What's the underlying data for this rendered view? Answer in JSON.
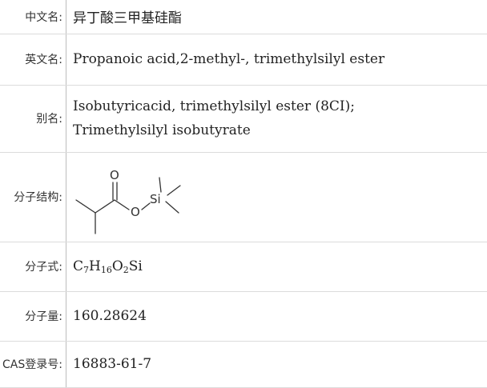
{
  "rows": [
    {
      "label": "中文名:",
      "value": "异丁酸三甲基硅酯"
    },
    {
      "label": "英文名:",
      "value": "Propanoic acid,2-methyl-, trimethylsilyl ester"
    },
    {
      "label": "别名:",
      "lines": [
        "Isobutyricacid, trimethylsilyl ester (8CI);",
        "Trimethylsilyl isobutyrate"
      ]
    },
    {
      "label": "分子结构:",
      "atoms": {
        "o_top": "O",
        "o_bridge": "O",
        "si": "Si"
      }
    },
    {
      "label": "分子式:",
      "formula": {
        "c": "C",
        "c_n": "7",
        "h": "H",
        "h_n": "16",
        "o": "O",
        "o_n": "2",
        "si": "Si"
      }
    },
    {
      "label": "分子量:",
      "value": "160.28624"
    },
    {
      "label": "CAS登录号:",
      "value": "16883-61-7"
    }
  ]
}
